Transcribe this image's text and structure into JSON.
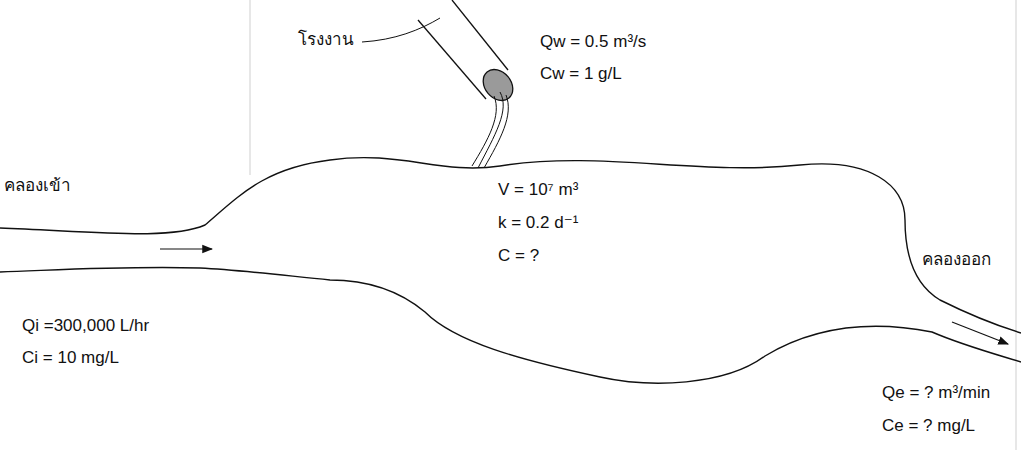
{
  "diagram": {
    "nodes": [
      {
        "text": [
          "V = 10⁷ m³",
          "k = 0.2 d⁻¹",
          "C = ?"
        ]
      }
    ],
    "labels": [
      "โรงงาน",
      "Qw = 0.5 m³/s",
      "Cw = 1 g/L",
      "คลองเข้า",
      "Qi =300,000 L/hr",
      "Ci = 10 mg/L",
      "คลองออก",
      "Qe = ? m³/min",
      "Ce = ? mg/L"
    ]
  }
}
